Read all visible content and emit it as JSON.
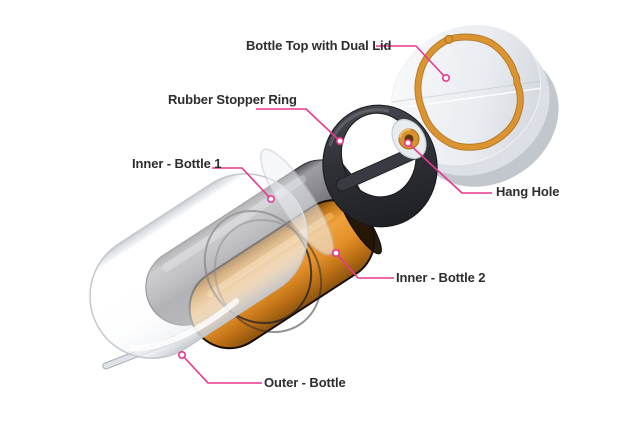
{
  "diagram": {
    "background": "#ffffff",
    "callout_line_color": "#e9368f",
    "label_text_color": "#2d2d2d",
    "labels": [
      {
        "id": "bottle-top-with-dual-lid",
        "text": "Bottle Top with Dual Lid"
      },
      {
        "id": "rubber-stopper-ring",
        "text": "Rubber Stopper Ring"
      },
      {
        "id": "inner-bottle-1",
        "text": "Inner - Bottle 1"
      },
      {
        "id": "hang-hole",
        "text": "Hang Hole"
      },
      {
        "id": "inner-bottle-2",
        "text": "Inner - Bottle 2"
      },
      {
        "id": "outer-bottle",
        "text": "Outer - Bottle"
      }
    ],
    "part_colors": {
      "cap_white": "#eef0f4",
      "gasket_orange": "#db9430",
      "stopper_ring_black": "#2e3036",
      "inner_bottle_1_gray": "#87868c",
      "inner_bottle_2_orange": "#e3902a",
      "outer_bottle_clear": "#f6f7f9"
    }
  }
}
